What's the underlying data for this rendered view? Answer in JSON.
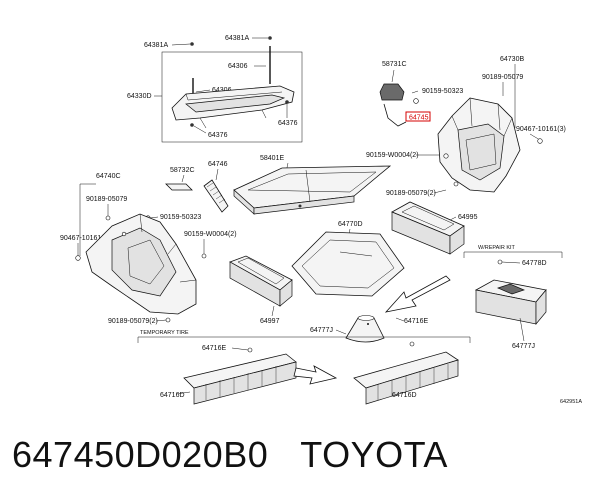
{
  "diagram": {
    "part_labels": {
      "p64381A_1": "64381A",
      "p64381A_2": "64381A",
      "p64306_1": "64306",
      "p64330D": "64330D",
      "p64306_2": "64306",
      "p64376_1": "64376",
      "p64376_2": "64376",
      "p58731C": "58731C",
      "p64745": "64745",
      "p64730B": "64730B",
      "p90189_05079_r": "90189-05079",
      "p90159_50323_r": "90159-50323",
      "p90467_10161_r": "90467-10161(3)",
      "p90159_W0004_r": "90159-W0004(2)",
      "p90189_05079_r2": "90189-05079(2)",
      "p64740C": "64740C",
      "p90189_05079_l": "90189-05079",
      "p90467_10161_l": "90467-10161(3)",
      "p58732C": "58732C",
      "p64746": "64746",
      "p58401E": "58401E",
      "p90159_50323_l": "90159-50323",
      "p90159_W0004_l": "90159-W0004(2)",
      "p64770D": "64770D",
      "p64995": "64995",
      "p90189_05079_l2": "90189-05079(2)",
      "p64997": "64997",
      "p64778D": "64778D",
      "p64777J_1": "64777J",
      "p64716E_1": "64716E",
      "p64777J_2": "64777J",
      "p64716E_2": "64716E",
      "p64716D_1": "64716D",
      "p64716D_2": "64716D"
    },
    "section_labels": {
      "repair_kit": "W/REPAIR KIT",
      "temporary_tire": "TEMPORARY TIRE"
    },
    "diagram_ref": "642951A"
  },
  "footer": {
    "part_number": "647450D020B0",
    "brand": "TOYOTA"
  },
  "colors": {
    "line": "#111111",
    "highlight": "#d40000",
    "part_fill": "#f4f4f4",
    "shade": "#6a6a6a"
  }
}
